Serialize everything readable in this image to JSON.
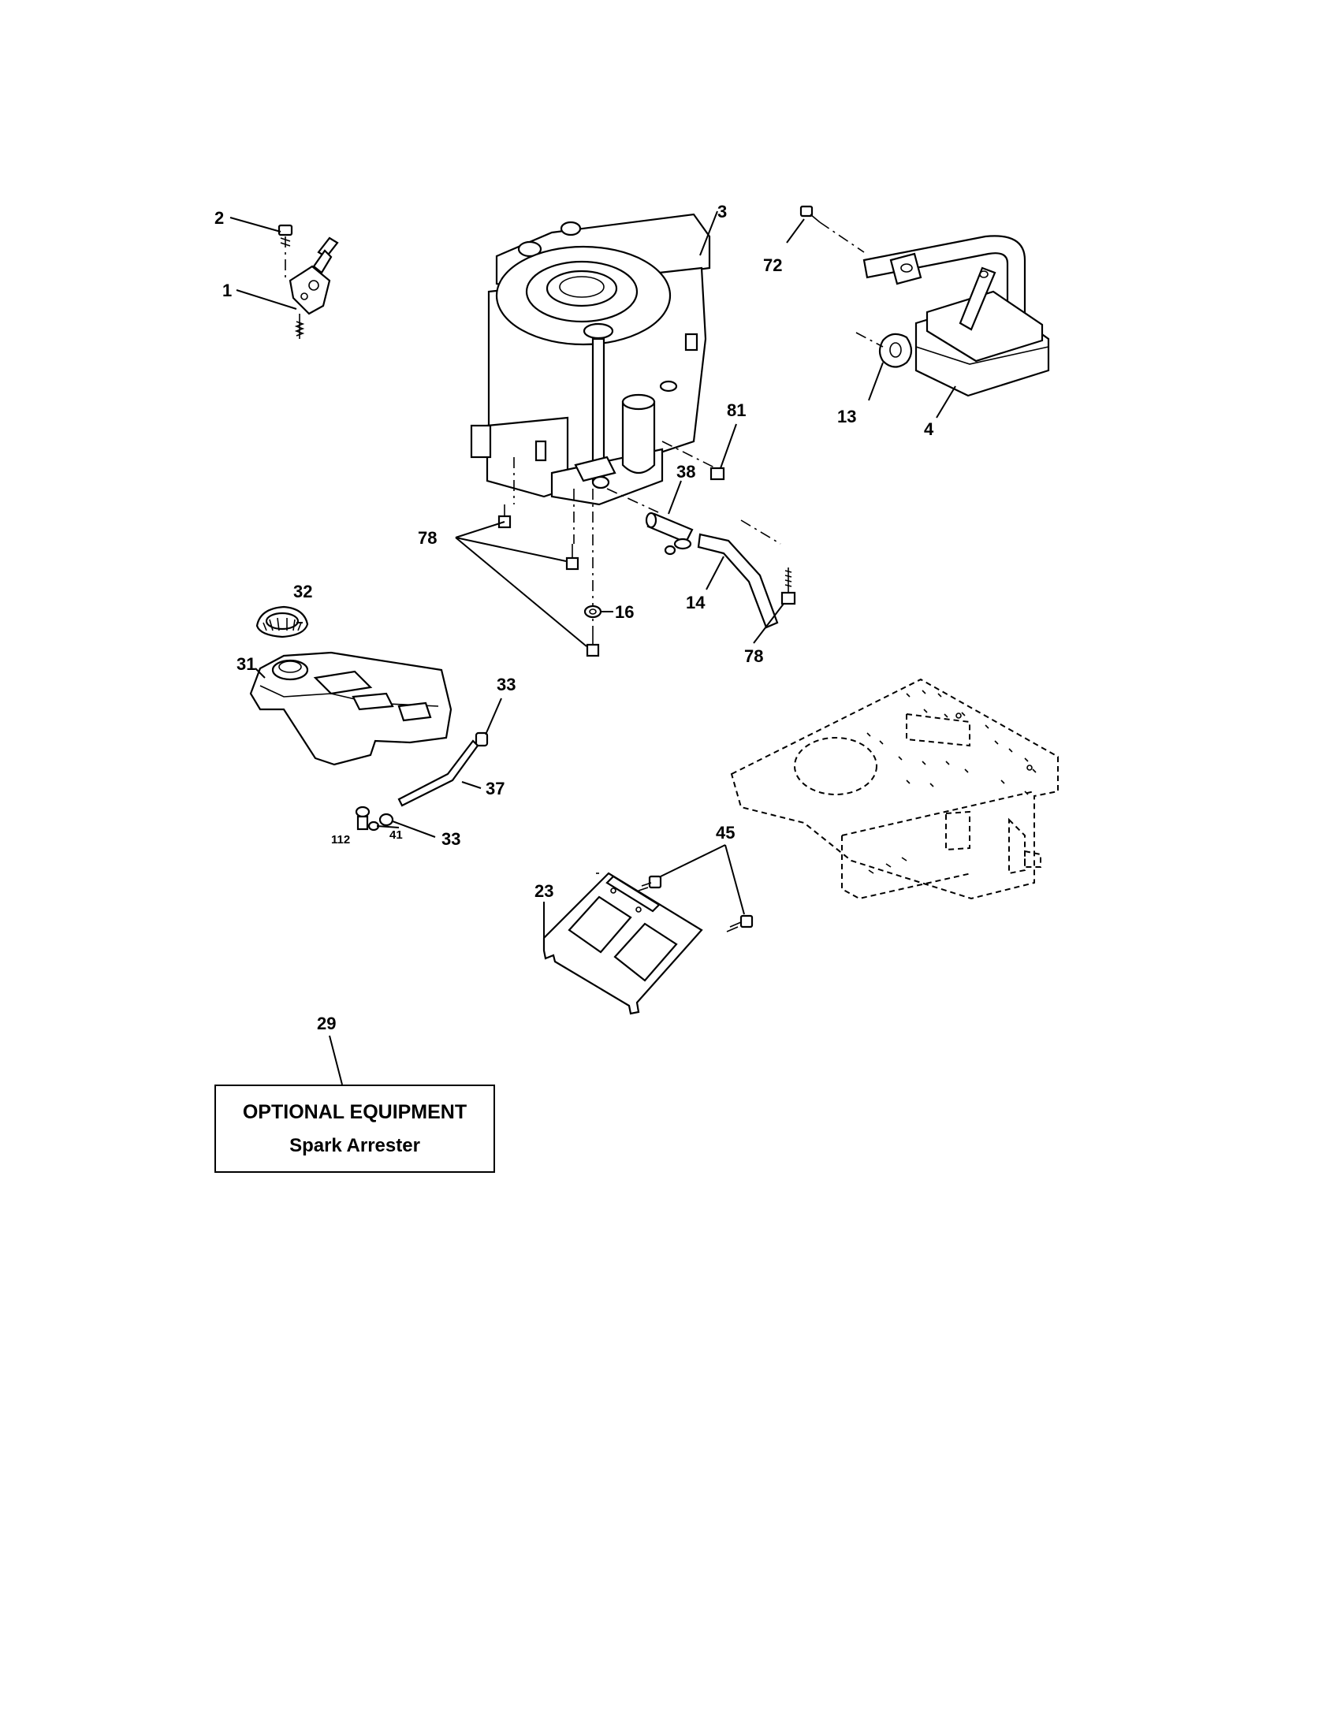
{
  "callouts": {
    "c1": "1",
    "c2": "2",
    "c3": "3",
    "c4": "4",
    "c13": "13",
    "c14": "14",
    "c16": "16",
    "c23": "23",
    "c29": "29",
    "c31": "31",
    "c32": "32",
    "c33a": "33",
    "c33b": "33",
    "c37": "37",
    "c38": "38",
    "c41": "41",
    "c45": "45",
    "c72": "72",
    "c78a": "78",
    "c78b": "78",
    "c81": "81",
    "c112": "112"
  },
  "optional_box": {
    "line1": "OPTIONAL EQUIPMENT",
    "line2": "Spark Arrester"
  },
  "icons": {
    "engine": "engine-icon",
    "muffler": "muffler-icon",
    "fuel_tank": "fuel-tank-icon",
    "fuel_cap": "fuel-cap-icon",
    "throttle_control": "throttle-control-icon",
    "chassis_frame": "chassis-frame-icon",
    "heat_shield": "heat-shield-icon"
  }
}
